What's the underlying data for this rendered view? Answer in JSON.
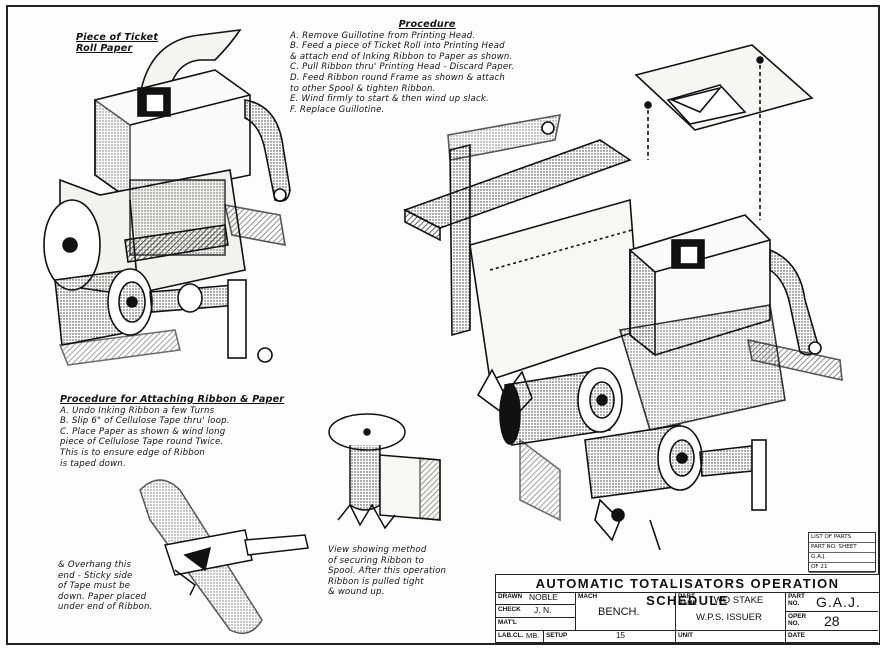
{
  "labels": {
    "piece_of_ticket": [
      "Piece of Ticket",
      "Roll Paper"
    ]
  },
  "procedure": {
    "title": "Procedure",
    "steps": [
      "A. Remove Guillotine from Printing Head.",
      "B. Feed a piece of Ticket Roll into Printing Head",
      "    & attach end of Inking Ribbon to Paper as shown.",
      "C. Pull Ribbon thru' Printing Head - Discard Paper.",
      "D. Feed Ribbon round Frame as shown & attach",
      "    to other Spool & tighten Ribbon.",
      "E. Wind firmly to start & then wind up slack.",
      "F. Replace Guillotine."
    ]
  },
  "attach_procedure": {
    "title": "Procedure for Attaching Ribbon & Paper",
    "steps": [
      "A. Undo Inking Ribbon a few Turns",
      "B. Slip 6\" of Cellulose Tape thru' loop.",
      "C. Place Paper as shown & wind long",
      "    piece of Cellulose Tape round Twice.",
      "    This is to ensure edge of Ribbon",
      "    is taped down."
    ]
  },
  "overhang_note": [
    "& Overhang this",
    "end - Sticky side",
    "of Tape must be",
    "down. Paper placed",
    "under end of Ribbon."
  ],
  "view_note": [
    "View showing method",
    "of securing Ribbon to",
    "Spool. After this operation",
    "Ribbon is pulled tight",
    "& wound up."
  ],
  "stamp": {
    "lines": [
      "LIST OF PARTS",
      "PART NO. SHEET",
      "G.A.J.",
      "OF 21"
    ]
  },
  "title_block": {
    "title": "AUTOMATIC TOTALISATORS OPERATION SCHEDULE",
    "drawn_label": "DRAWN",
    "drawn_value": "NOBLE",
    "check_label": "CHECK",
    "check_value": "J. N.",
    "matl_label": "MAT'L",
    "labcl_label": "LAB.CL.",
    "labcl_value": "MB.",
    "mach_label": "MACH",
    "mach_value": "BENCH.",
    "setup_label": "SETUP",
    "setup_value": "15",
    "part_name_label": "PART NAME",
    "part_name_line1": "TWO STAKE",
    "part_name_line2": "W.P.S. ISSUER",
    "unit_label": "UNIT",
    "part_no_label": "PART NO.",
    "part_no_value": "G.A.J.",
    "oper_no_label": "OPER NO.",
    "oper_no_value": "28",
    "date_label": "DATE"
  }
}
